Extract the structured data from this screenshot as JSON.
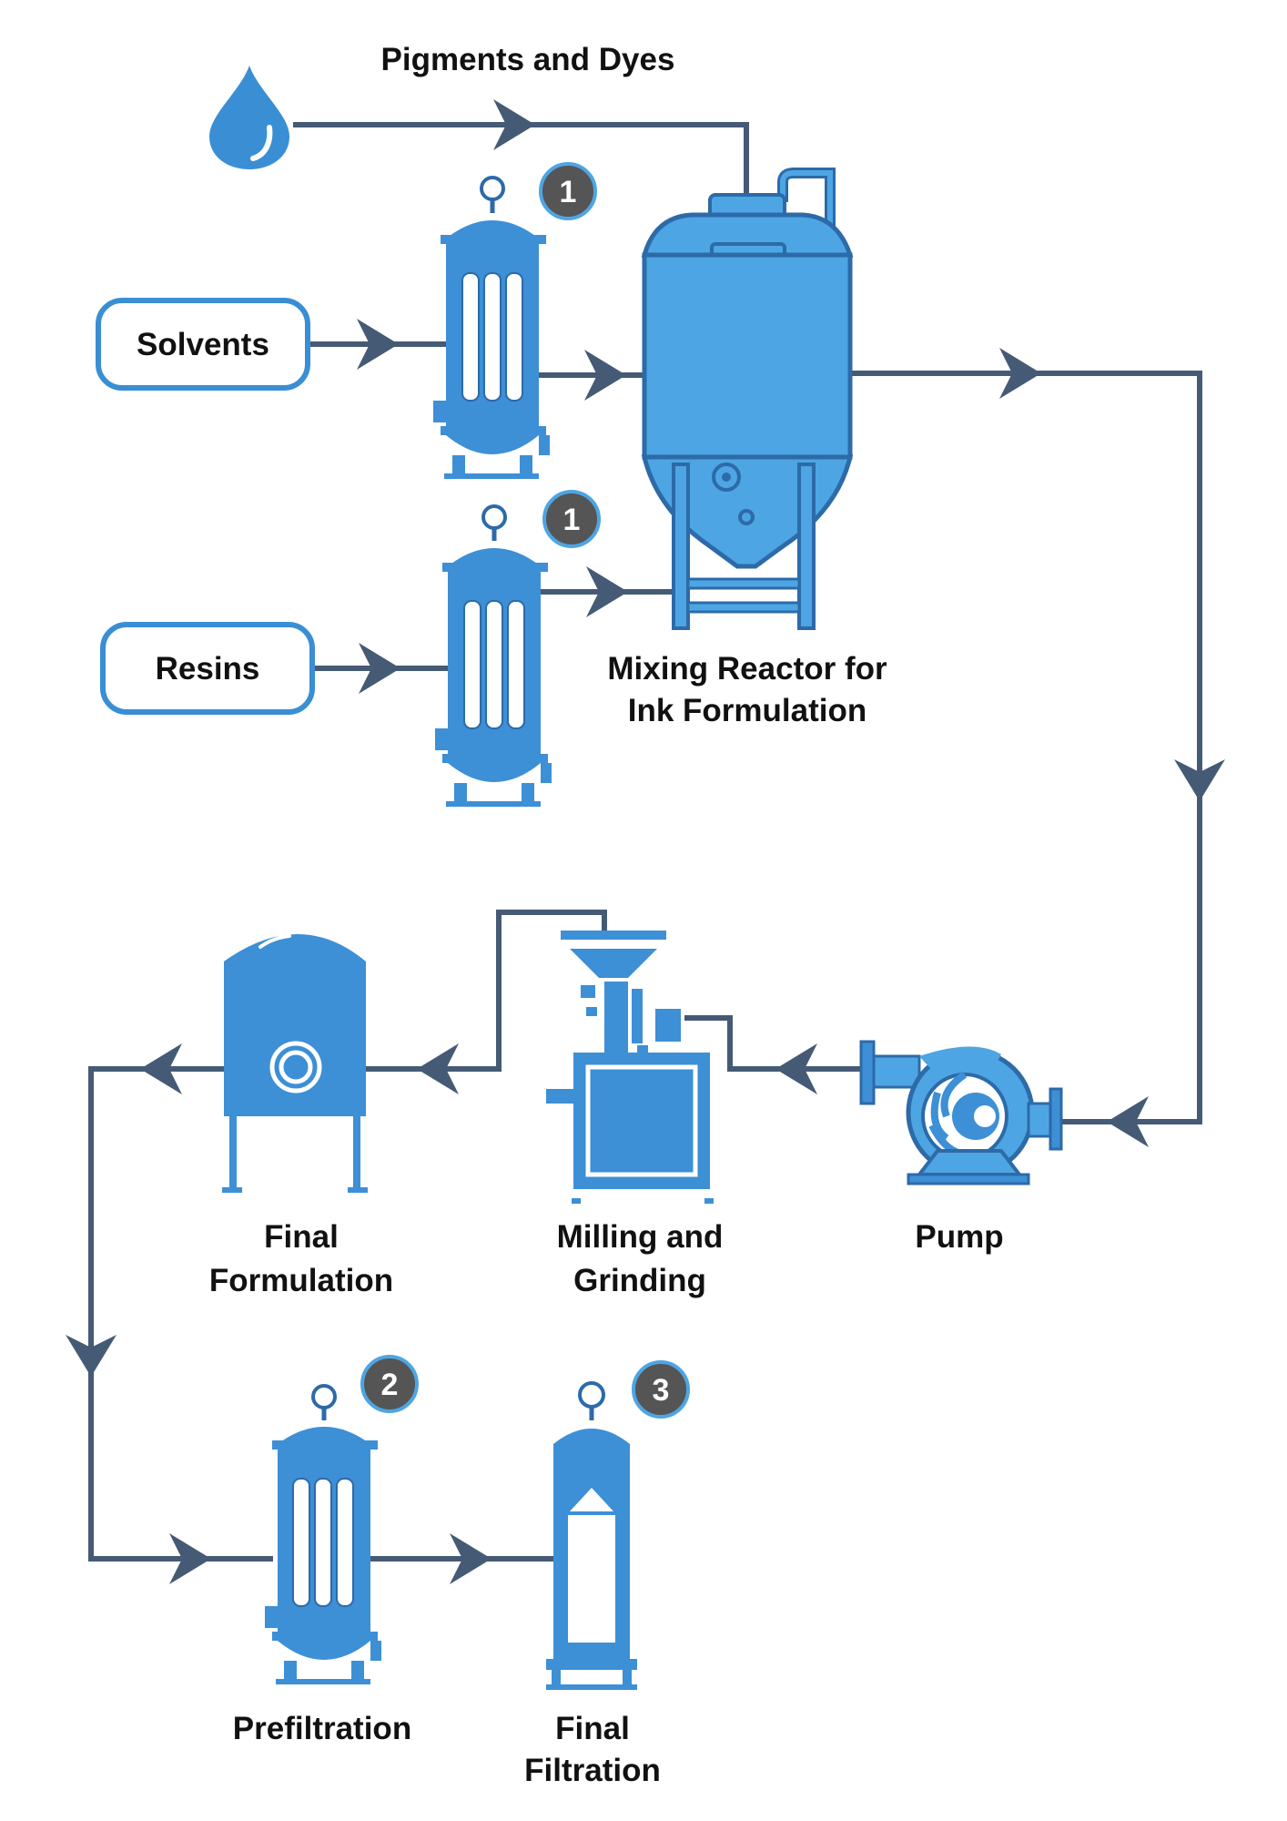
{
  "inputs": {
    "pigments": "Pigments and Dyes",
    "solvents": "Solvents",
    "resins": "Resins"
  },
  "reactor": {
    "line1": "Mixing Reactor for",
    "line2": "Ink Formulation"
  },
  "pump": {
    "label": "Pump"
  },
  "milling": {
    "line1": "Milling and",
    "line2": "Grinding"
  },
  "final_formulation": {
    "line1": "Final",
    "line2": "Formulation"
  },
  "prefiltration": {
    "label": "Prefiltration"
  },
  "final_filtration": {
    "line1": "Final",
    "line2": "Filtration"
  },
  "badges": {
    "solvent_filter": "1",
    "resin_filter": "1",
    "prefilter": "2",
    "final_filter": "3"
  },
  "colors": {
    "equipment": "#3d8fd6",
    "equipment_light": "#4ea5e3",
    "outline": "#2d6aa8",
    "flow_line": "#455a75",
    "badge": "#555555",
    "box_border": "#3a8ed4"
  }
}
